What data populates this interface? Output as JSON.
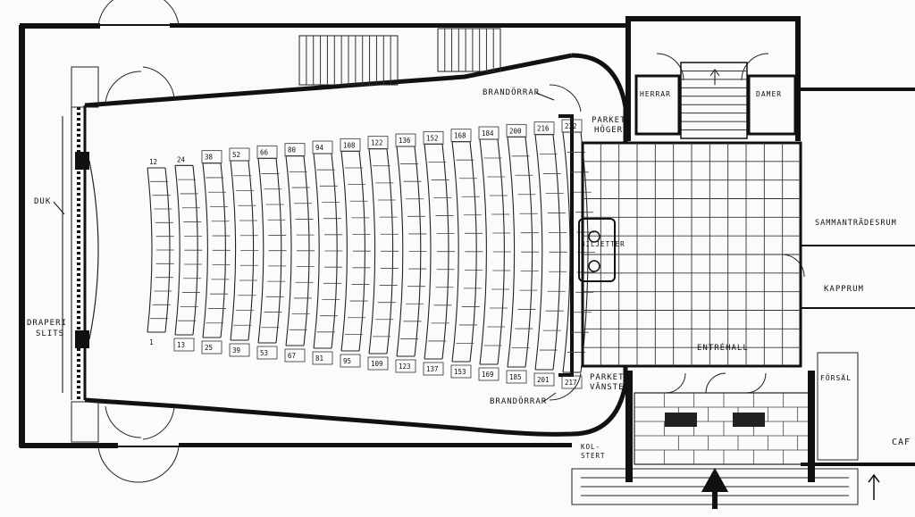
{
  "labels": {
    "duk": "DUK",
    "draperi": "DRAPERI",
    "slits": "SLITS",
    "brandorrar_top": "BRANDÖRRAR",
    "brandorrar_bottom": "BRANDÖRRAR",
    "parkett_hoger": "PARKETT\nHÖGER",
    "parkett_vanster": "PARKETT\nVÄNSTER",
    "herrar": "HERRAR",
    "damer": "DAMER",
    "biljetter": "BILJETTER",
    "entrehall": "ENTRÉHALL",
    "sammantrades": "SAMMANTRÄDESRUM",
    "kapprum": "KAPPRUM",
    "forsal": "FÖRSÄL",
    "kol": "KOL-\nSTERT",
    "cafe": "CAF"
  },
  "row_numbers_top": [
    "12",
    "24",
    "38",
    "52",
    "66",
    "80",
    "94",
    "108",
    "122",
    "136",
    "152",
    "168",
    "184",
    "200",
    "216",
    "232"
  ],
  "row_numbers_bottom": [
    "1",
    "13",
    "25",
    "39",
    "53",
    "67",
    "81",
    "95",
    "109",
    "123",
    "137",
    "153",
    "169",
    "185",
    "201",
    "217"
  ]
}
